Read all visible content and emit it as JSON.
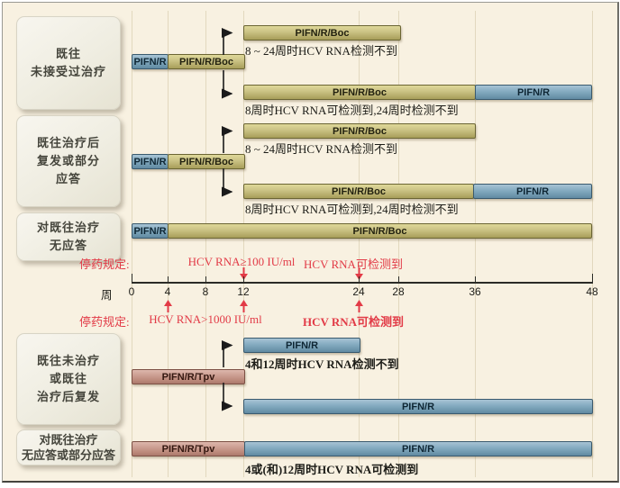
{
  "axis": {
    "unit": "周",
    "ticks": [
      "0",
      "4",
      "8",
      "12",
      "24",
      "28",
      "36",
      "48"
    ]
  },
  "stop_rules_top": {
    "prefix": "停药规定:",
    "rule_week12": "HCV RNA≥100 IU/ml",
    "rule_week24": "HCV RNA可检测到"
  },
  "stop_rules_bottom": {
    "prefix": "停药规定:",
    "rule_week4": "HCV RNA>1000 IU/ml",
    "rule_week24": "HCV RNA可检测到"
  },
  "drug_labels": {
    "pifn_r": "PIFN/R",
    "pifn_r_boc": "PIFN/R/Boc",
    "pifn_r_tpv": "PIFN/R/Tpv"
  },
  "patient_groups": {
    "g1": {
      "lines": [
        "既往",
        "未接受过治疗"
      ]
    },
    "g2": {
      "lines": [
        "既往治疗后",
        "复发或部分",
        "应答"
      ]
    },
    "g3": {
      "lines": [
        "对既往治疗",
        "无应答"
      ]
    },
    "g4": {
      "lines": [
        "既往未治疗",
        "或既往",
        "治疗后复发"
      ]
    },
    "g5": {
      "lines": [
        "对既往治疗",
        "无应答或部分应答"
      ]
    }
  },
  "annotations": {
    "boc_naive_neg": "8 ~ 24周时HCV RNA检测不到",
    "boc_naive_pos": "8周时HCV RNA可检测到,24周时检测不到",
    "boc_exp_neg": "8 ~ 24周时HCV RNA检测不到",
    "boc_exp_pos": "8周时HCV RNA可检测到,24周时检测不到",
    "tpv_neg": "4和12周时HCV RNA检测不到",
    "tpv_pos": "4或(和)12周时HCV RNA可检测到"
  },
  "colors": {
    "background": "#f8f1e1",
    "bar_olive": "#c3bb7b",
    "bar_blue": "#7fa6bb",
    "bar_pink": "#c89b8f",
    "red_accent": "#e23b47"
  }
}
